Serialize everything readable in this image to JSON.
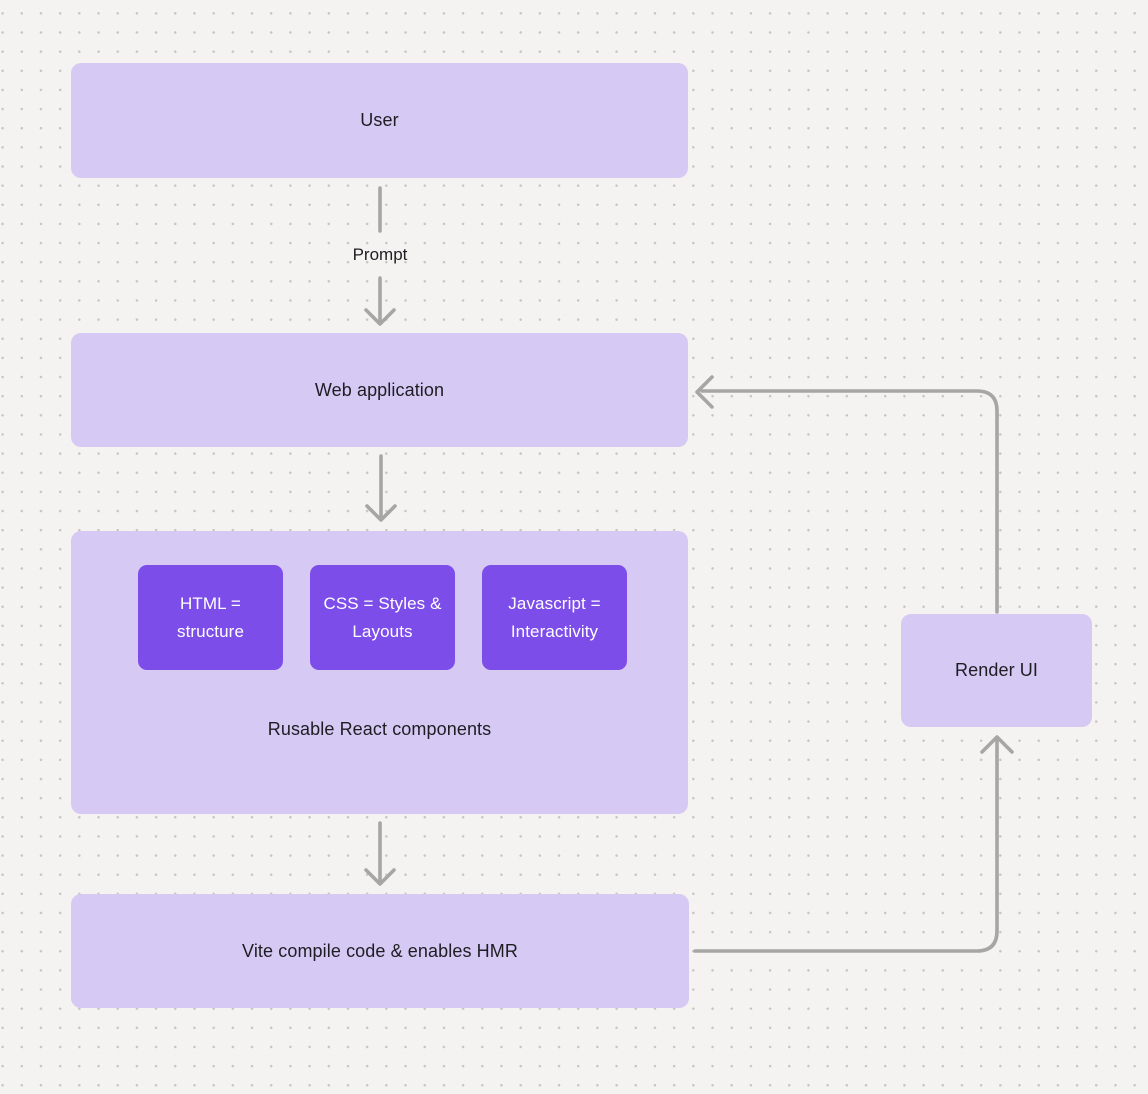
{
  "canvas": {
    "background_color": "#f4f3f1",
    "dot_color": "#c8c5c1"
  },
  "colors": {
    "node_fill": "#d6c9f4",
    "chip_fill": "#7c4de9",
    "chip_text": "#ffffff",
    "connector": "#a6a6a6",
    "text": "#1e1d23"
  },
  "nodes": {
    "user": {
      "label": "User"
    },
    "web_application": {
      "label": "Web application"
    },
    "components_group": {
      "chips": [
        {
          "label": "HTML = structure"
        },
        {
          "label": "CSS = Styles & Layouts"
        },
        {
          "label": "Javascript = Interactivity"
        }
      ],
      "caption": "Rusable React components"
    },
    "vite": {
      "label": "Vite compile code & enables HMR"
    },
    "render_ui": {
      "label": "Render UI"
    }
  },
  "edges": {
    "prompt_label": "Prompt"
  }
}
